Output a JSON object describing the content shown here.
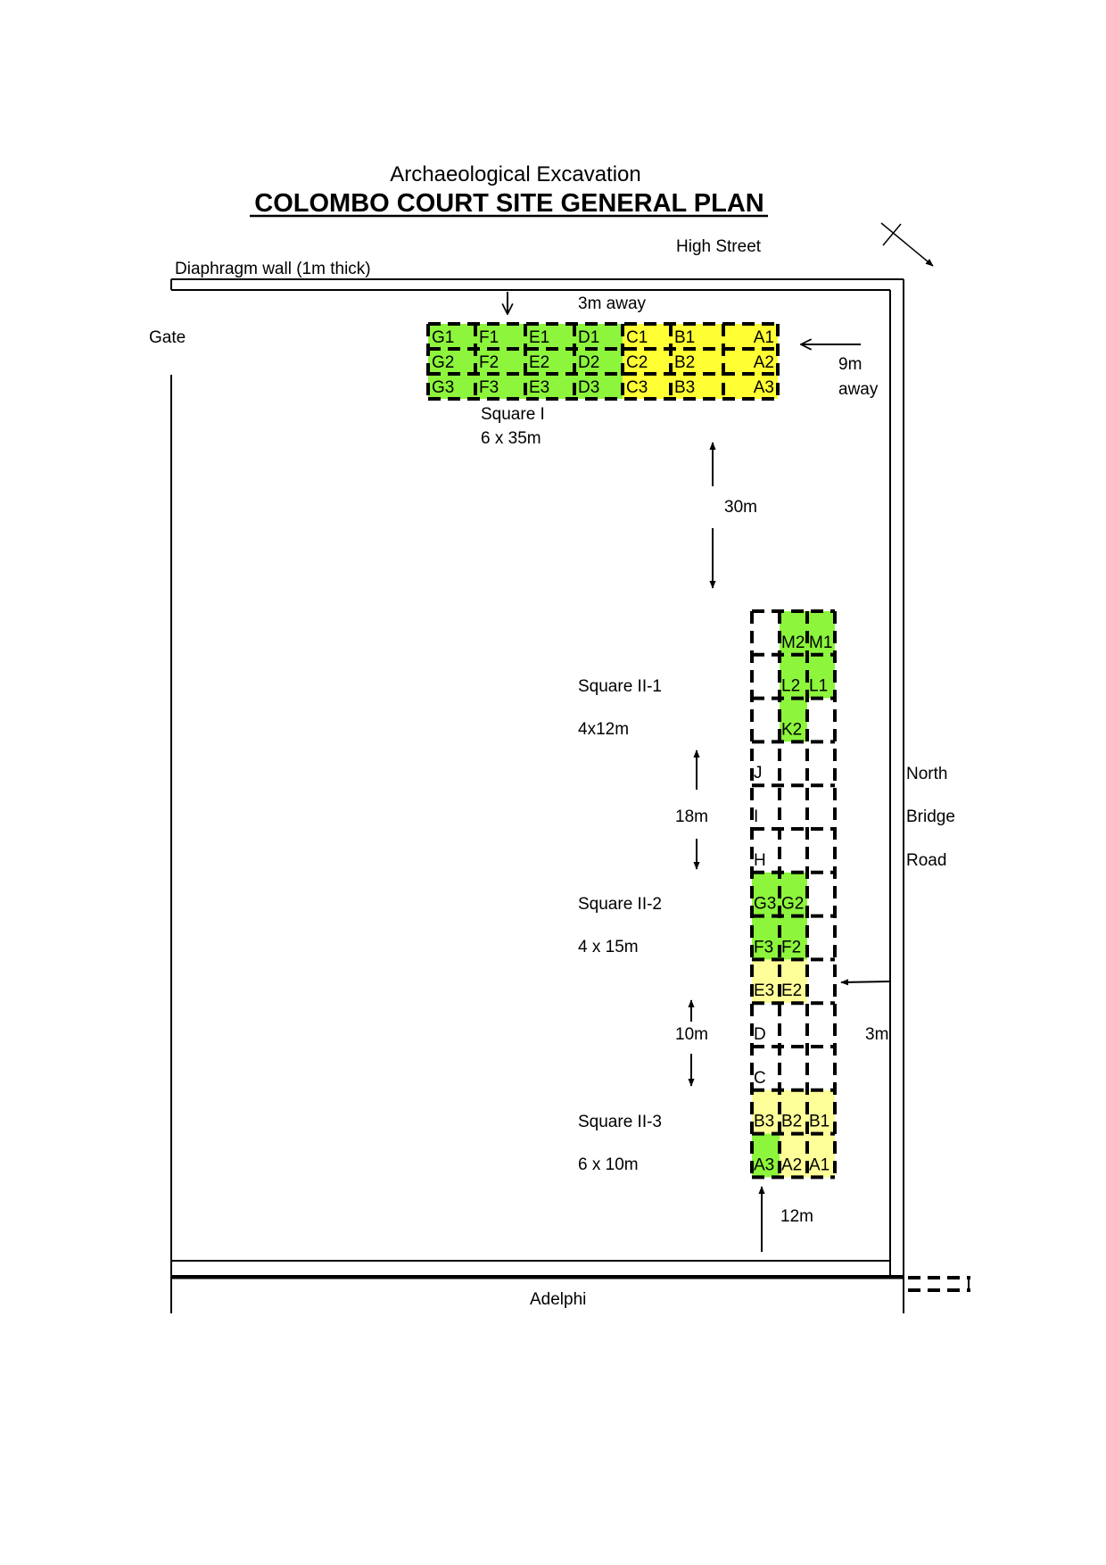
{
  "title": {
    "line1": "Archaeological Excavation",
    "line2": "COLOMBO COURT SITE GENERAL PLAN"
  },
  "labels": {
    "high_street": "High Street",
    "diaphragm_wall": "Diaphragm wall (1m thick)",
    "gate": "Gate",
    "away_3m": "3m away",
    "away_9m_line1": "9m",
    "away_9m_line2": "away",
    "square_i_name": "Square I",
    "square_i_size": "6 x 35m",
    "dist_30m": "30m",
    "square_ii1_name": "Square II-1",
    "square_ii1_size": "4x12m",
    "dist_18m": "18m",
    "north": "North",
    "bridge": "Bridge",
    "road": "Road",
    "square_ii2_name": "Square II-2",
    "square_ii2_size": "4 x 15m",
    "dist_10m": "10m",
    "dist_3m": "3m",
    "square_ii3_name": "Square II-3",
    "square_ii3_size": "6 x 10m",
    "dist_12m": "12m",
    "adelphi": "Adelphi"
  },
  "colors": {
    "green": "#8cf53c",
    "yellow": "#ffff33",
    "pale_yellow": "#ffff99",
    "white": "#ffffff"
  },
  "square_i": {
    "columns": [
      "G",
      "F",
      "E",
      "D",
      "C",
      "B",
      "A"
    ],
    "rows": [
      "1",
      "2",
      "3"
    ],
    "column_fill": [
      "green",
      "green",
      "green",
      "green",
      "yellow",
      "yellow",
      "yellow"
    ],
    "cells": [
      [
        "G1",
        "F1",
        "E1",
        "D1",
        "C1",
        "B1",
        "A1"
      ],
      [
        "G2",
        "F2",
        "E2",
        "D2",
        "C2",
        "B2",
        "A2"
      ],
      [
        "G3",
        "F3",
        "E3",
        "D3",
        "C3",
        "B3",
        "A3"
      ]
    ]
  },
  "trench": {
    "rows": [
      {
        "cells": [
          {
            "label": "",
            "fill": "white"
          },
          {
            "label": "M2",
            "fill": "green"
          },
          {
            "label": "M1",
            "fill": "green"
          }
        ]
      },
      {
        "cells": [
          {
            "label": "",
            "fill": "white"
          },
          {
            "label": "L2",
            "fill": "green"
          },
          {
            "label": "L1",
            "fill": "green"
          }
        ]
      },
      {
        "cells": [
          {
            "label": "",
            "fill": "white"
          },
          {
            "label": "K2",
            "fill": "green"
          },
          {
            "label": "",
            "fill": "white"
          }
        ]
      },
      {
        "cells": [
          {
            "label": "J",
            "fill": "white"
          },
          {
            "label": "",
            "fill": "white"
          },
          {
            "label": "",
            "fill": "white"
          }
        ]
      },
      {
        "cells": [
          {
            "label": "I",
            "fill": "white"
          },
          {
            "label": "",
            "fill": "white"
          },
          {
            "label": "",
            "fill": "white"
          }
        ]
      },
      {
        "cells": [
          {
            "label": "H",
            "fill": "white"
          },
          {
            "label": "",
            "fill": "white"
          },
          {
            "label": "",
            "fill": "white"
          }
        ]
      },
      {
        "cells": [
          {
            "label": "G3",
            "fill": "green"
          },
          {
            "label": "G2",
            "fill": "green"
          },
          {
            "label": "",
            "fill": "white"
          }
        ]
      },
      {
        "cells": [
          {
            "label": "F3",
            "fill": "green"
          },
          {
            "label": "F2",
            "fill": "green"
          },
          {
            "label": "",
            "fill": "white"
          }
        ]
      },
      {
        "cells": [
          {
            "label": "E3",
            "fill": "pale_yellow"
          },
          {
            "label": "E2",
            "fill": "pale_yellow"
          },
          {
            "label": "",
            "fill": "white"
          }
        ]
      },
      {
        "cells": [
          {
            "label": "D",
            "fill": "white"
          },
          {
            "label": "",
            "fill": "white"
          },
          {
            "label": "",
            "fill": "white"
          }
        ]
      },
      {
        "cells": [
          {
            "label": "C",
            "fill": "white"
          },
          {
            "label": "",
            "fill": "white"
          },
          {
            "label": "",
            "fill": "white"
          }
        ]
      },
      {
        "cells": [
          {
            "label": "B3",
            "fill": "pale_yellow"
          },
          {
            "label": "B2",
            "fill": "pale_yellow"
          },
          {
            "label": "B1",
            "fill": "pale_yellow"
          }
        ]
      },
      {
        "cells": [
          {
            "label": "A3",
            "fill": "green"
          },
          {
            "label": "A2",
            "fill": "pale_yellow"
          },
          {
            "label": "A1",
            "fill": "pale_yellow"
          }
        ]
      }
    ]
  }
}
